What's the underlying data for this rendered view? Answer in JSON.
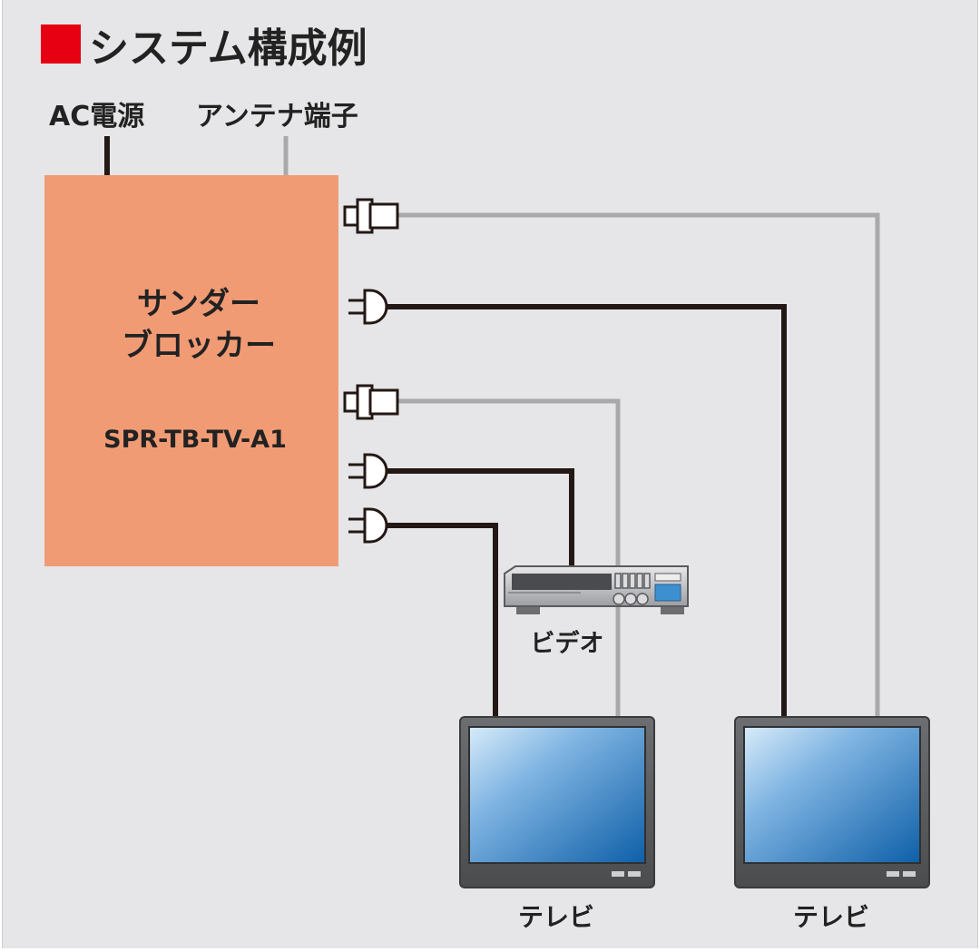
{
  "title": "システム構成例",
  "colors": {
    "panel_bg": "#e6e6e8",
    "title_square": "#e60012",
    "blocker_fill": "#f19b75",
    "signal_line": "#a9a9ab",
    "power_line": "#231815",
    "tv_bezel": "#58595b"
  },
  "inputs": {
    "ac_power": "AC電源",
    "antenna": "アンテナ端子"
  },
  "device": {
    "name_line1": "サンダー",
    "name_line2": "ブロッカー",
    "model": "SPR-TB-TV-A1"
  },
  "connectors": [
    {
      "type": "coax",
      "icon": "coax-connector-icon"
    },
    {
      "type": "power",
      "icon": "power-plug-icon"
    },
    {
      "type": "coax",
      "icon": "coax-connector-icon"
    },
    {
      "type": "power",
      "icon": "power-plug-icon"
    },
    {
      "type": "power",
      "icon": "power-plug-icon"
    }
  ],
  "equipment": {
    "video": "ビデオ",
    "tv_left": "テレビ",
    "tv_right": "テレビ"
  }
}
